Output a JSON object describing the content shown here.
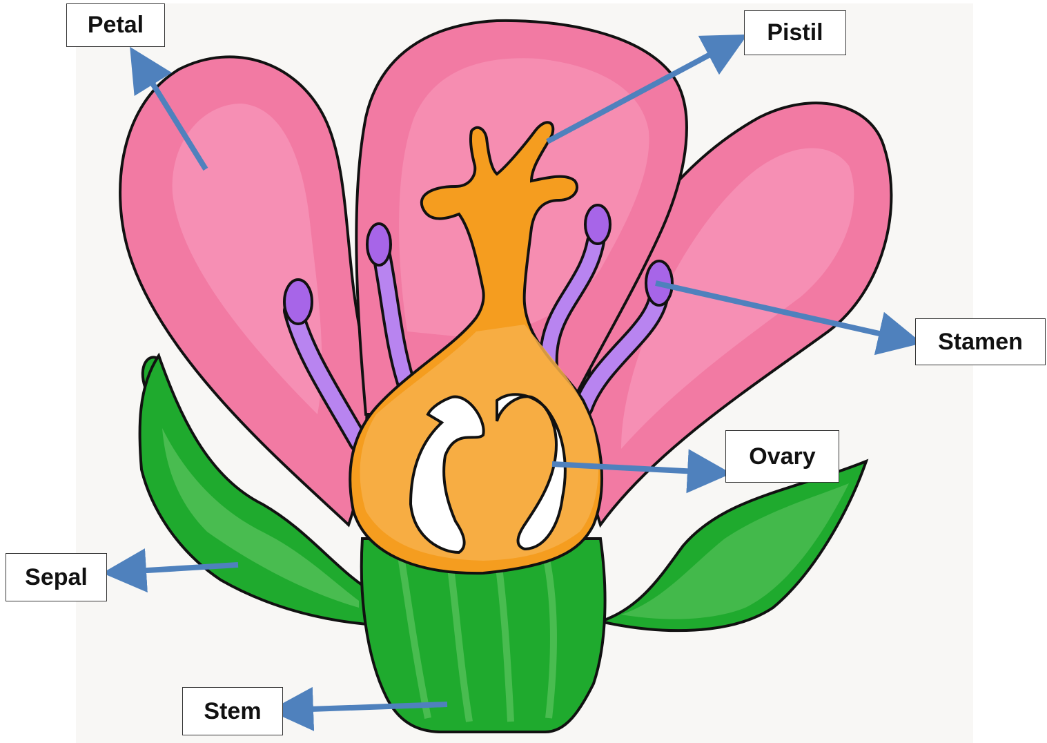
{
  "labels": {
    "petal": "Petal",
    "pistil": "Pistil",
    "stamen": "Stamen",
    "ovary": "Ovary",
    "sepal": "Sepal",
    "stem": "Stem"
  },
  "colors": {
    "petal": "#f27aa3",
    "petal_highlight": "#f899bb",
    "pistil": "#f59d1f",
    "ovary_light": "#f7b04a",
    "stamen_filament": "#b884f0",
    "stamen_anther": "#a765e8",
    "leaf": "#1faa2e",
    "leaf_light": "#5bc35f",
    "arrow": "#4f81bd",
    "outline": "#111111",
    "background": "#f8f7f5"
  }
}
